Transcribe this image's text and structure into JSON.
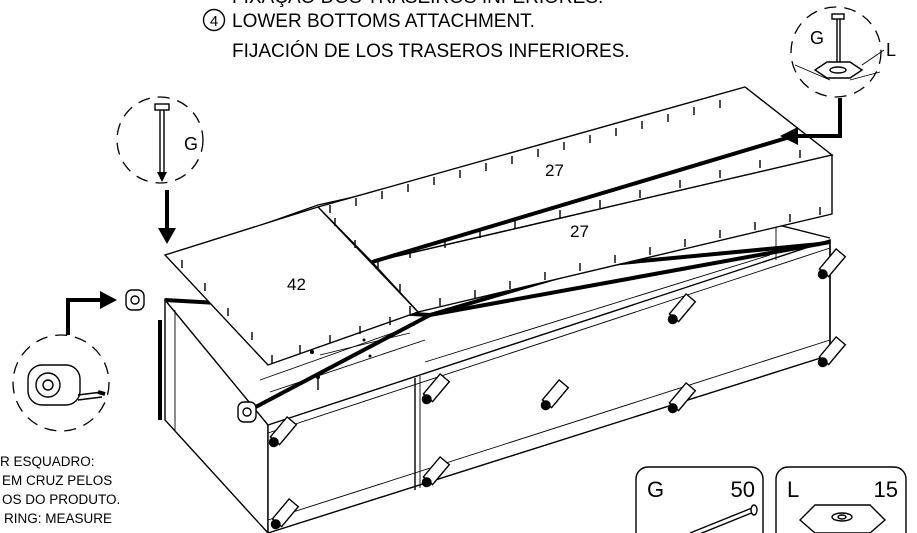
{
  "step": {
    "number": "4",
    "lines": [
      "FIXAÇÃO DOS TRASEIROS INFERIORES.",
      "LOWER BOTTOMS ATTACHMENT.",
      "FIJACIÓN DE LOS TRASEROS INFERIORES."
    ]
  },
  "callouts": {
    "nail_left": "G",
    "nail_right": "G",
    "glide_right": "L"
  },
  "panels": {
    "p1": "27",
    "p2": "27",
    "p3": "42"
  },
  "note_lines": [
    "R ESQUADRO:",
    "EM CRUZ PELOS",
    "OS DO PRODUTO.",
    "RING: MEASURE"
  ],
  "parts": [
    {
      "code": "G",
      "qty": "50",
      "icon": "nail-icon"
    },
    {
      "code": "L",
      "qty": "15",
      "icon": "glide-icon"
    }
  ]
}
